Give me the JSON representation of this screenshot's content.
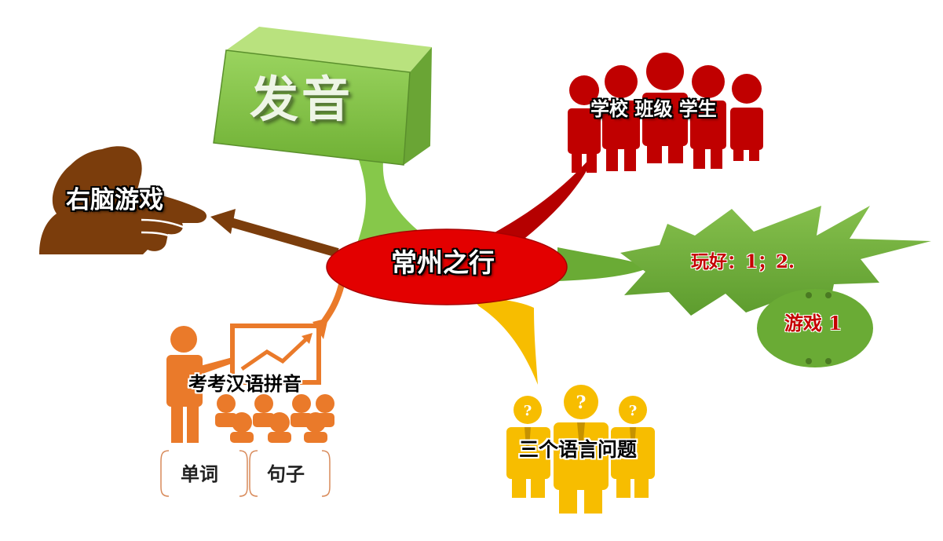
{
  "mindmap": {
    "center": {
      "label": "常州之行"
    },
    "branches": {
      "pronunciation": {
        "label": "发音"
      },
      "right_brain": {
        "label": "右脑游戏"
      },
      "school": {
        "label": "学校 班级 学生"
      },
      "play_well": {
        "label": "玩好：1；2."
      },
      "game": {
        "label": "游戏 1"
      },
      "questions": {
        "label": "三个语言问题"
      },
      "pinyin_test": {
        "label": "考考汉语拼音",
        "items": [
          "单词",
          "句子"
        ]
      }
    }
  },
  "colors": {
    "center_fill": "#e30000",
    "green": "#76b43c",
    "light_green": "#8fcf55",
    "dark_red": "#b80000",
    "brown": "#7b3d0c",
    "yellow": "#f7bd00",
    "orange": "#ea7a2a"
  }
}
